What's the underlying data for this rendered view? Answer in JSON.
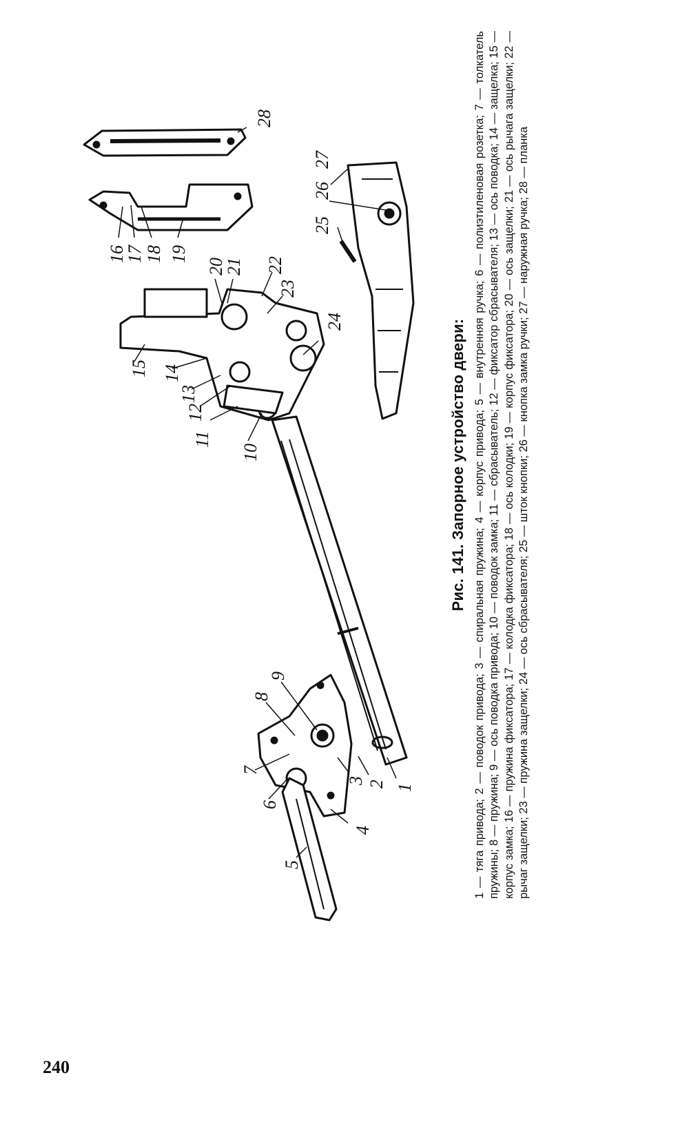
{
  "figure": {
    "title": "Рис. 141. Запорное устройство двери:",
    "legend": "1 — тяга привода; 2 — поводок привода; 3 — спиральная пружина; 4 — корпус привода; 5 — внутренняя ручка; 6 — полиэтиленовая розетка; 7 — толкатель пружины; 8 — пружина; 9 — ось поводка привода; 10 — поводок замка; 11 — сбрасыватель; 12 — фиксатор сбрасывателя; 13 — ось поводка; 14 — защелка; 15 — корпус замка; 16 — пружина фиксатора; 17 — колодка фиксатора; 18 — ось колодки; 19 — корпус фиксатора; 20 — ось защелки; 21 — ось рычага защелки; 22 — рычаг защелки; 23 — пружина защелки; 24 — ось сбрасывателя; 25 — шток кнопки; 26 — кнопка замка ручки; 27 — наружная ручка; 28 — планка",
    "part_labels": [
      "1",
      "2",
      "3",
      "4",
      "5",
      "6",
      "7",
      "8",
      "9",
      "10",
      "11",
      "12",
      "13",
      "14",
      "15",
      "16",
      "17",
      "18",
      "19",
      "20",
      "21",
      "22",
      "23",
      "24",
      "25",
      "26",
      "27",
      "28"
    ]
  },
  "page_number": "240"
}
